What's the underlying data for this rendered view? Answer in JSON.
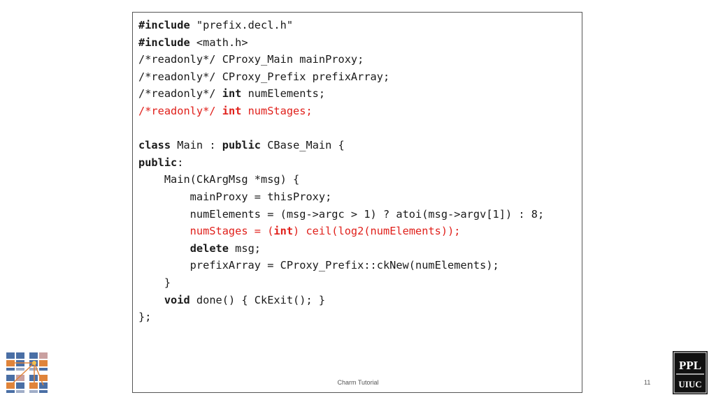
{
  "code_lines": [
    [
      {
        "t": "#include",
        "b": true
      },
      {
        "t": " \"prefix.decl.h\""
      }
    ],
    [
      {
        "t": "#include",
        "b": true
      },
      {
        "t": " <math.h>"
      }
    ],
    [
      {
        "t": "/*readonly*/ CProxy_Main mainProxy;"
      }
    ],
    [
      {
        "t": "/*readonly*/ CProxy_Prefix prefixArray;"
      }
    ],
    [
      {
        "t": "/*readonly*/ "
      },
      {
        "t": "int",
        "b": true
      },
      {
        "t": " numElements;"
      }
    ],
    [
      {
        "t": "/*readonly*/ ",
        "r": true
      },
      {
        "t": "int",
        "b": true,
        "r": true
      },
      {
        "t": " numStages;",
        "r": true
      }
    ],
    [],
    [
      {
        "t": "class",
        "b": true
      },
      {
        "t": " Main : "
      },
      {
        "t": "public",
        "b": true
      },
      {
        "t": " CBase_Main {"
      }
    ],
    [
      {
        "t": "public",
        "b": true
      },
      {
        "t": ":"
      }
    ],
    [
      {
        "t": "    Main(CkArgMsg *msg) {"
      }
    ],
    [
      {
        "t": "        mainProxy = thisProxy;"
      }
    ],
    [
      {
        "t": "        numElements = (msg->argc > 1) ? atoi(msg->argv[1]) : 8;"
      }
    ],
    [
      {
        "t": "        numStages = (",
        "r": true
      },
      {
        "t": "int",
        "b": true,
        "r": true
      },
      {
        "t": ") ceil(log2(numElements));",
        "r": true
      }
    ],
    [
      {
        "t": "        "
      },
      {
        "t": "delete",
        "b": true
      },
      {
        "t": " msg;"
      }
    ],
    [
      {
        "t": "        prefixArray = CProxy_Prefix::ckNew(numElements);"
      }
    ],
    [
      {
        "t": "    }"
      }
    ],
    [
      {
        "t": "    "
      },
      {
        "t": "void",
        "b": true
      },
      {
        "t": " done() { CkExit(); }"
      }
    ],
    [
      {
        "t": "};"
      }
    ]
  ],
  "footer": {
    "title": "Charm Tutorial",
    "slide_number": "11"
  },
  "logos": {
    "right_top": "PPL",
    "right_bottom": "UIUC"
  },
  "colors": {
    "highlight": "#e0201b",
    "text": "#1a1a1a"
  }
}
